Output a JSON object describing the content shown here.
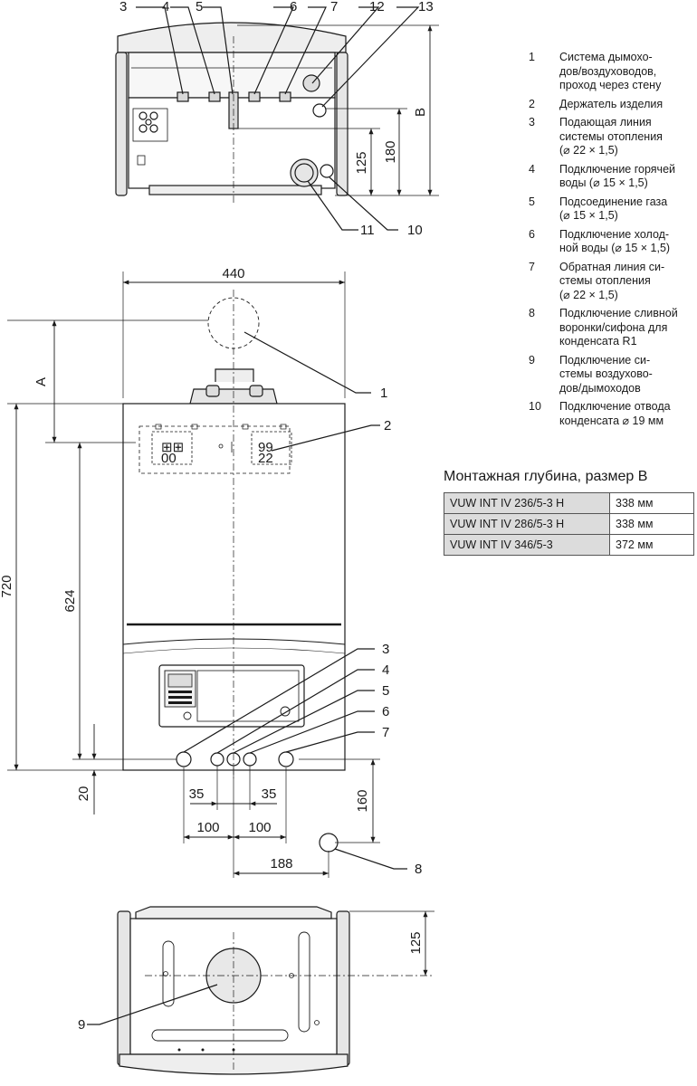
{
  "legend": [
    {
      "num": "1",
      "text": "Система дымохо-\nдов/воздуховодов,\nпроход через стену"
    },
    {
      "num": "2",
      "text": "Держатель изделия"
    },
    {
      "num": "3",
      "text": "Подающая линия\nсистемы отопления\n(⌀ 22 × 1,5)"
    },
    {
      "num": "4",
      "text": "Подключение горячей\nводы (⌀ 15 × 1,5)"
    },
    {
      "num": "5",
      "text": "Подсоединение газа\n(⌀ 15 × 1,5)"
    },
    {
      "num": "6",
      "text": "Подключение холод-\nной воды (⌀ 15 × 1,5)"
    },
    {
      "num": "7",
      "text": "Обратная линия си-\nстемы отопления\n(⌀ 22 × 1,5)"
    },
    {
      "num": "8",
      "text": "Подключение сливной\nворонки/сифона для\nконденсата R1"
    },
    {
      "num": "9",
      "text": "Подключение си-\nстемы воздухово-\nдов/дымоходов"
    },
    {
      "num": "10",
      "text": "Подключение отвода\nконденсата ⌀ 19 мм"
    }
  ],
  "depth": {
    "title": "Монтажная глубина, размер B",
    "rows": [
      {
        "model": "VUW INT IV 236/5-3 H",
        "value": "338 мм"
      },
      {
        "model": "VUW INT IV 286/5-3 H",
        "value": "338 мм"
      },
      {
        "model": "VUW INT IV 346/5-3",
        "value": "372 мм"
      }
    ]
  },
  "top_view": {
    "callouts": [
      "3",
      "4",
      "5",
      "6",
      "7",
      "12",
      "13",
      "11",
      "10"
    ],
    "dims": {
      "d125": "125",
      "d180": "180",
      "dB": "B"
    }
  },
  "front_view": {
    "dims": {
      "width": "440",
      "A": "A",
      "h720": "720",
      "h624": "624",
      "h20": "20",
      "d35a": "35",
      "d35b": "35",
      "d100a": "100",
      "d100b": "100",
      "d188": "188",
      "d160": "160"
    },
    "callouts": {
      "c1": "1",
      "c2": "2",
      "c3": "3",
      "c4": "4",
      "c5": "5",
      "c6": "6",
      "c7": "7",
      "c8": "8"
    }
  },
  "bottom_view": {
    "dims": {
      "d125": "125"
    },
    "callouts": {
      "c9": "9"
    }
  }
}
